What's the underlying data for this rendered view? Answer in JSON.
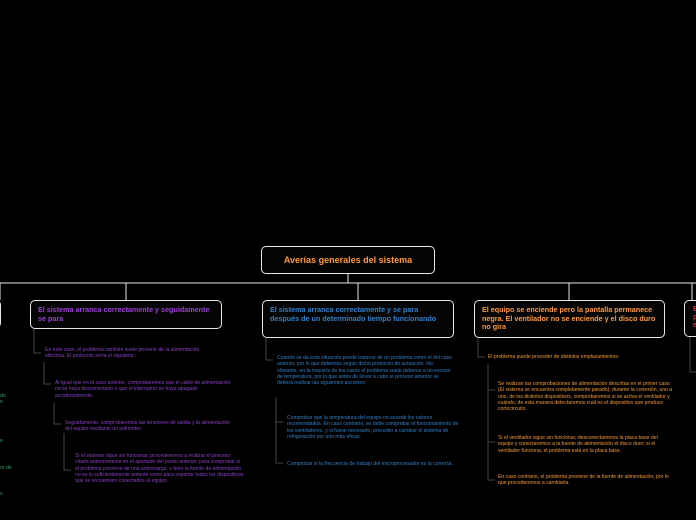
{
  "root": {
    "title": "Averías generales del sistema"
  },
  "branches": [
    {
      "title": "El sistema arranca correctamente y seguidamente se para",
      "color": "#9a3fd1",
      "items": [
        "En este caso, el problema también suele provenir de la alimentación eléctrica. El protocolo sería el siguiente:",
        "Al igual que en el caso anterior, comprobaremos que el cable de alimentación no se haya desconectado o que el interruptor se haya apagado accidentalmente.",
        "Seguidamente, comprobaremos las tensiones de salida y la alimentación del equipo mediante un polímetro.",
        "Si el sistema sigue sin funcionar, procederemos a realizar el proceso citado anteriormente en el apartado del punto anterior, para comprobar si el problema proviene de una sobrecarga, o bien la fuente de alimentación no es lo suficientemente potente como para soportar todos los dispositivos que se encuentren conectados al equipo."
      ]
    },
    {
      "title": "El sistema arranca correctamente y se para después de un determinado tiempo funcionando",
      "color": "#2f80c8",
      "items": [
        "Cuando se da esta situación puede tratarse de un problema como el del caso anterior, por lo que debemos seguir dicho protocolo de actuación. No obstante, en la mayoría de los casos el problema suele deberse a un exceso de temperatura, por lo que antes de llevar a cabo el proceso anterior se deberá realizar las siguientes acciones:",
        "Comprobar que la temperatura del equipo no excede los valores recomendados. En caso contrario, se debe comprobar el funcionamiento de los ventiladores, y si fuese necesario, proceder a cambiar el sistema de refrigeración por uno más eficaz.",
        "Comprobar si la frecuencia de trabajo del microprocesador es la correcta."
      ]
    },
    {
      "title": "El equipo se enciende pero la pantalla permanece negra. El ventilador no se enciende y el disco duro no gira",
      "color": "#ff9a3c",
      "items": [
        "El problema puede proceder de distintos emplazamientos:",
        "Se realizan las comprobaciones de alimentación descritas en el primer caso (El sistema se encuentra completamente parado); durante la conexión, uno a uno, de los distintos dispositivos, comprobaremos si se activa el ventilador y cuándo; de esta manera detectaremos cuál es el dispositivo que produce cortocircuito.",
        "Si el ventilador sigue sin funcionar, desconectaremos la placa base del equipo y conectaremos a la fuente de alimentación el disco duro; si el ventilador funciona, el problema está en la placa base.",
        "En caso contrario, el problema proviene de la fuente de alimentación, por lo que procederemos a cambiarla."
      ]
    }
  ],
  "edge_fragments": {
    "right_box": [
      "E",
      "p",
      "e"
    ],
    "left_text": [
      "do",
      "e",
      "e",
      "or de",
      "s"
    ]
  }
}
